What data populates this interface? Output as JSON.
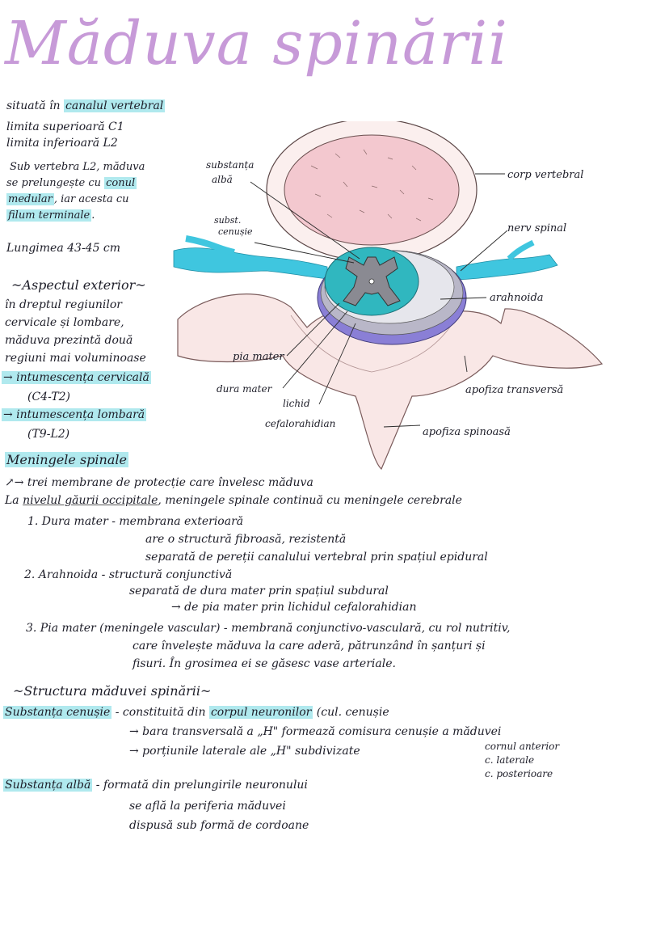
{
  "title": "Măduva spinării",
  "intro": {
    "l1_a": "situată în ",
    "l1_b": "canalul vertebral",
    "l2": "limita superioară C1",
    "l3": "limita inferioară L2",
    "p1": "Sub vertebra L2, măduva",
    "p2_a": "se prelungește cu ",
    "p2_b": "conul",
    "p3_a": "medular",
    "p3_b": ", iar acesta cu",
    "p4_a": "filum terminale",
    "p4_b": ".",
    "length": "Lungimea 43-45 cm"
  },
  "exterior": {
    "heading": "~Aspectul exterior~",
    "l1": "în dreptul regiunilor",
    "l2": "cervicale și lombare,",
    "l3": "măduva prezintă două",
    "l4": "regiuni mai voluminoase",
    "b1": "→ intumescența cervicală",
    "b1_range": "(C4-T2)",
    "b2": "→ intumescența lombară",
    "b2_range": "(T9-L2)"
  },
  "diagram_labels": {
    "white_matter": [
      "substanța",
      "albă"
    ],
    "grey_matter": [
      "subst.",
      "cenușie"
    ],
    "vertebral_body": "corp vertebral",
    "spinal_nerve": "nerv spinal",
    "arachnoid": "arahnoida",
    "pia": "pia mater",
    "dura": "dura mater",
    "csf": [
      "lichid",
      "cefalorahidian"
    ],
    "transverse": "apofiza transversă",
    "spinous": "apofiza spinoasă"
  },
  "meninges": {
    "heading": "Meningele spinale",
    "l1": "↗→ trei membrane de protecție care învelesc măduva",
    "l2_a": "La ",
    "l2_b": "nivelul găurii occipitale",
    "l2_c": ", meningele spinale continuă cu meningele cerebrale",
    "dura_1": "1. Dura mater - membrana exterioară",
    "dura_2": "are o structură fibroasă, rezistentă",
    "dura_3": "separată de pereții canalului vertebral prin spațiul epidural",
    "arah_1": "2. Arahnoida - structură conjunctivă",
    "arah_2": "separată de dura mater prin spațiul subdural",
    "arah_3": "→ de pia mater prin lichidul cefalorahidian",
    "pia_1": "3. Pia mater (meningele vascular) - membrană conjunctivo-vasculară, cu rol nutritiv,",
    "pia_2": "care învelește măduva la care aderă, pătrunzând în șanțuri și",
    "pia_3": "fisuri. În grosimea ei se găsesc vase arteriale."
  },
  "structure": {
    "heading": "~Structura măduvei spinării~",
    "grey_a": "Substanța cenușie",
    "grey_b": " - constituită din ",
    "grey_c": "corpul neuronilor",
    "grey_d": " (cul. cenușie",
    "grey_2": "→ bara transversală a „H\" formează comisura cenușie a măduvei",
    "grey_3": "→ porțiunile laterale ale „H\" subdivizate",
    "horn_1": "cornul anterior",
    "horn_2": "c. laterale",
    "horn_3": "c. posterioare",
    "white_a": "Substanța albă",
    "white_b": " - formată din prelungirile neuronului",
    "white_2": "se află la periferia măduvei",
    "white_3": "dispusă sub formă de cordoane"
  },
  "colors": {
    "title": "#c79ad8",
    "highlight_cyan": "#96e1e8",
    "bone_pink": "#f3c8cf",
    "nerve_cyan": "#3fc6df",
    "grey_matter": "#8a8a92",
    "dura_purple": "#8a7fd6"
  }
}
